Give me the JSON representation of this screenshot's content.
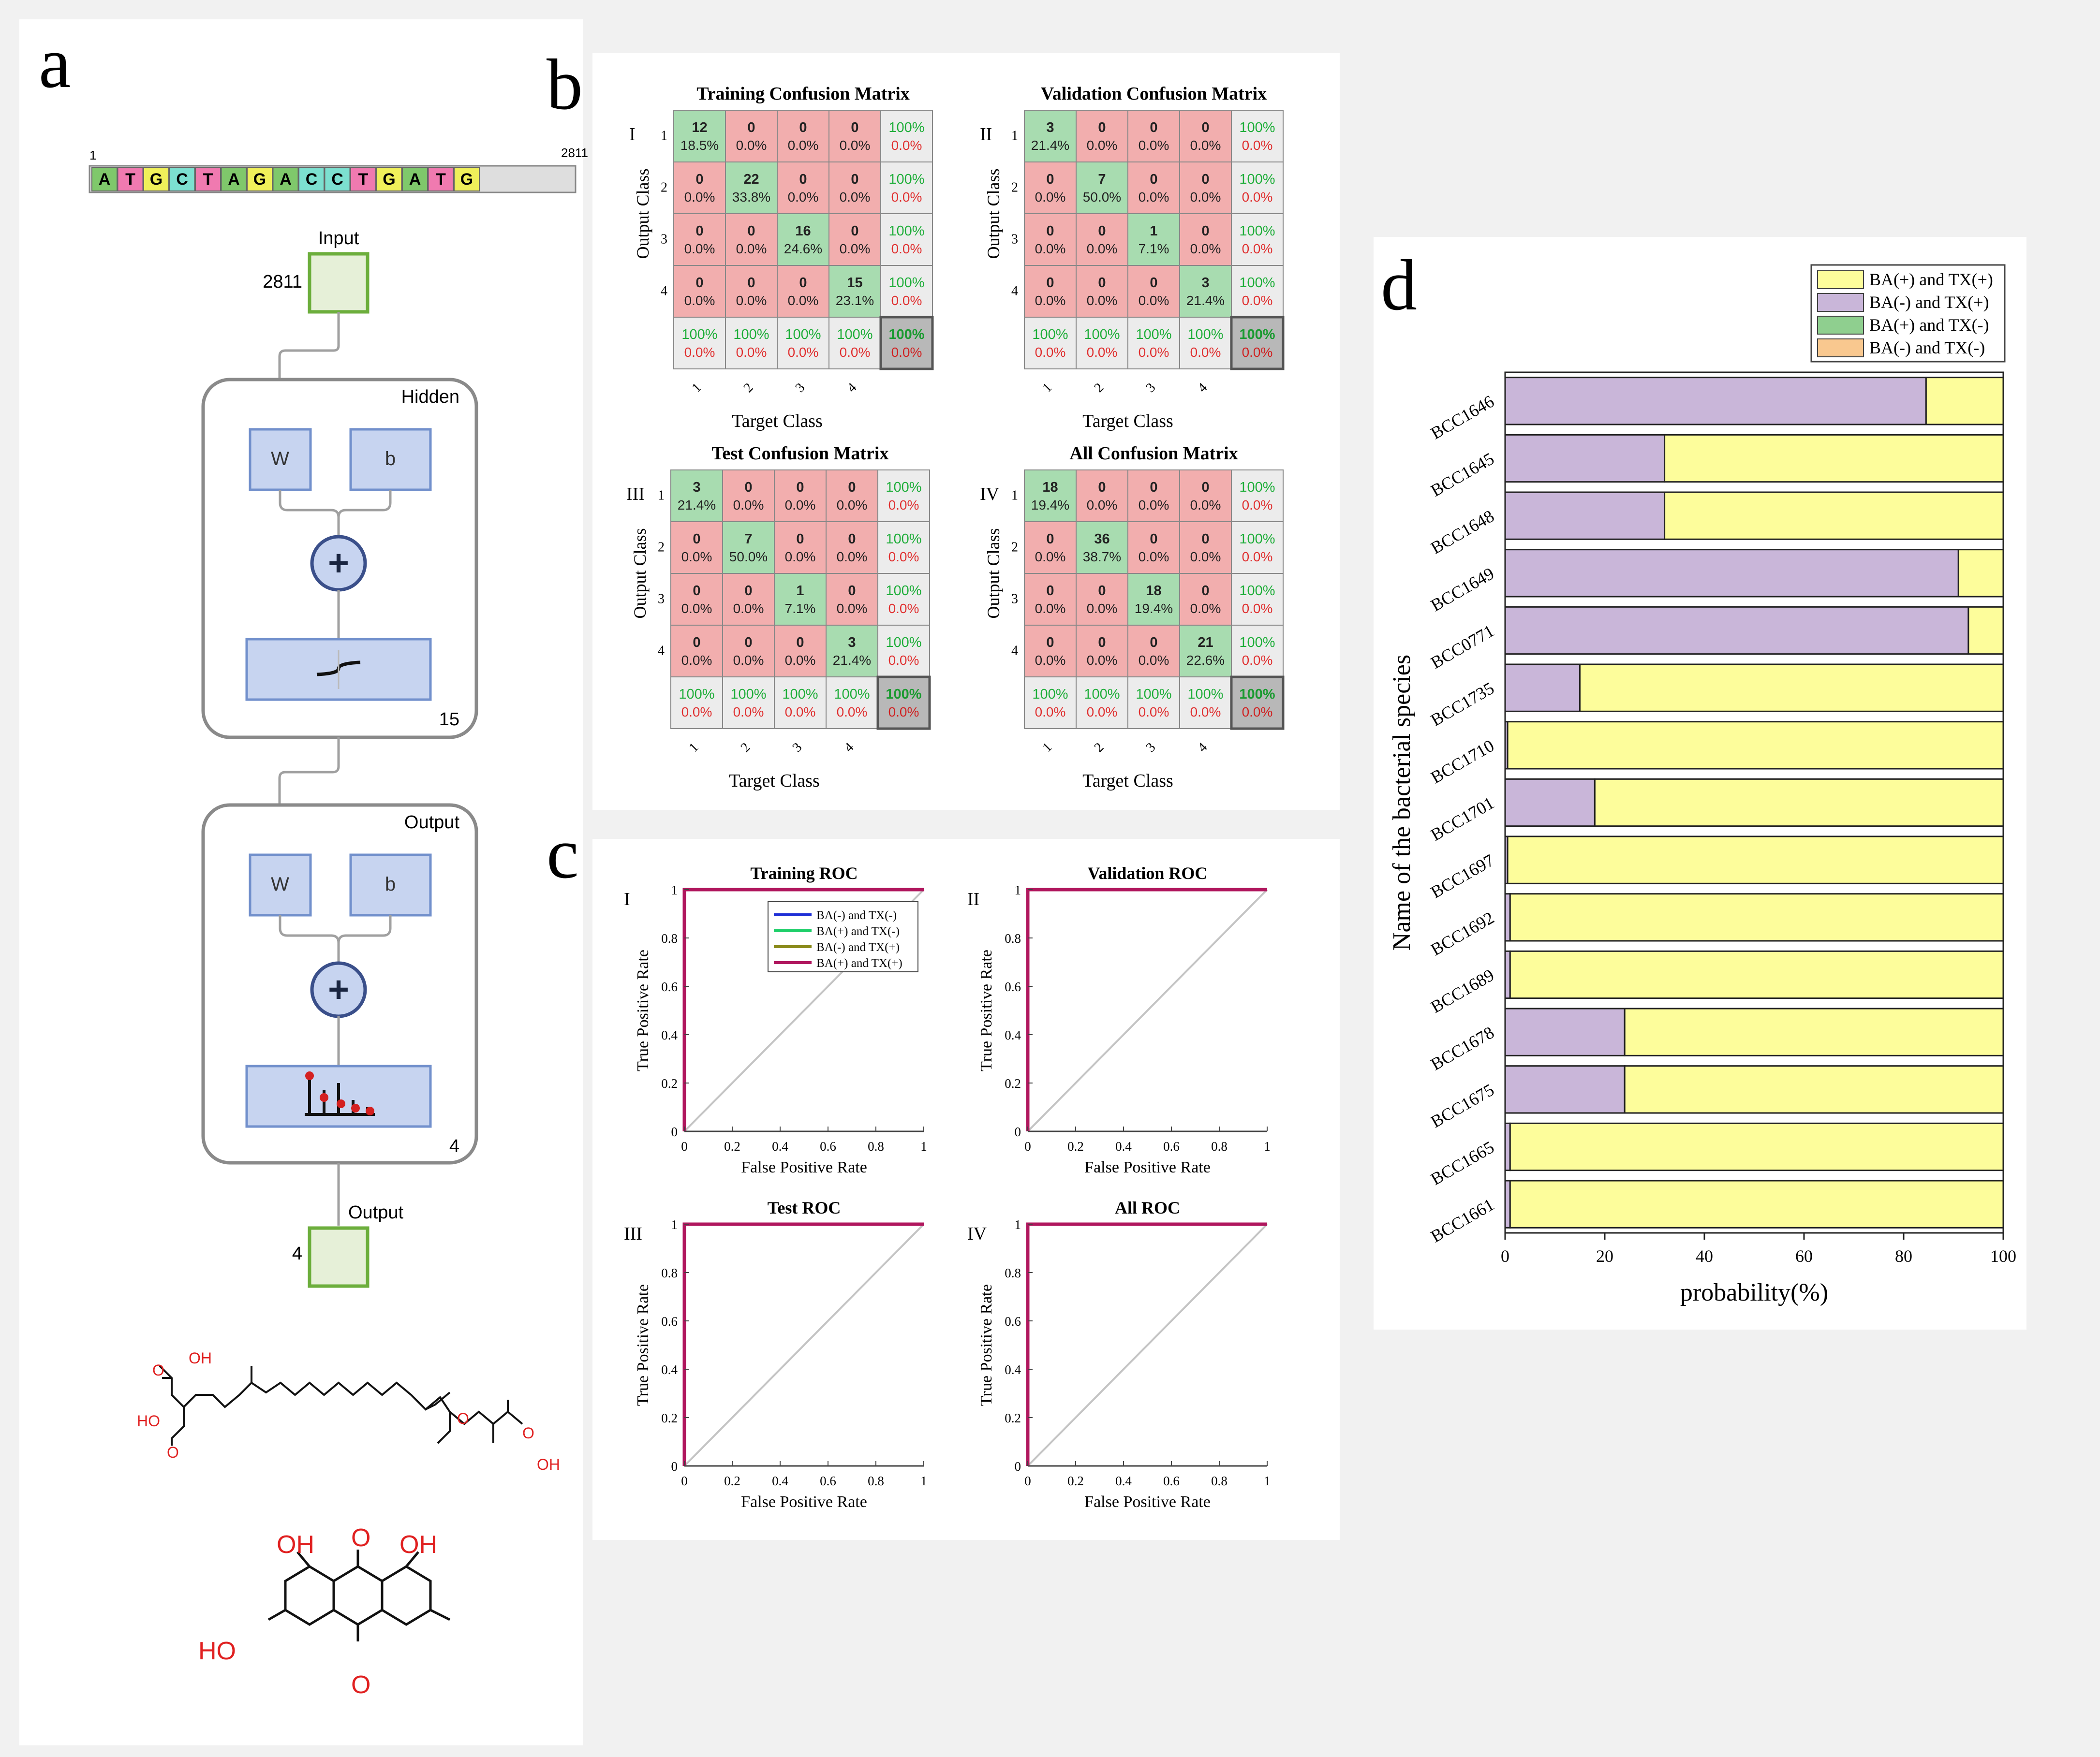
{
  "panel_labels": {
    "a": "a",
    "b": "b",
    "c": "c",
    "d": "d"
  },
  "sub_labels": [
    "I",
    "II",
    "III",
    "IV"
  ],
  "network": {
    "sequence": [
      "A",
      "T",
      "G",
      "C",
      "T",
      "A",
      "G",
      "A",
      "C",
      "C",
      "T",
      "G",
      "A",
      "T",
      "G"
    ],
    "seq_start": "1",
    "seq_end": "2811",
    "input_label": "Input",
    "input_size": "2811",
    "hidden_label": "Hidden",
    "hidden_size": "15",
    "output_label": "Output",
    "output_layer_size": "4",
    "output_node_label": "Output",
    "output_size": "4",
    "w_label": "W",
    "b_label": "b",
    "plus_symbol": "+"
  },
  "molecules": {
    "mol1_labels": [
      "O",
      "OH",
      "HO",
      "O",
      "O",
      "O",
      "OH"
    ],
    "mol2_labels": [
      "OH",
      "O",
      "OH",
      "HO",
      "O"
    ]
  },
  "confusion": {
    "output_axis": "Output Class",
    "target_axis": "Target Class",
    "class_labels": [
      "1",
      "2",
      "3",
      "4"
    ],
    "matrices": [
      {
        "title": "Training Confusion Matrix",
        "counts": [
          [
            12,
            0,
            0,
            0
          ],
          [
            0,
            22,
            0,
            0
          ],
          [
            0,
            0,
            16,
            0
          ],
          [
            0,
            0,
            0,
            15
          ]
        ],
        "percents": [
          [
            "18.5%",
            "0.0%",
            "0.0%",
            "0.0%"
          ],
          [
            "0.0%",
            "33.8%",
            "0.0%",
            "0.0%"
          ],
          [
            "0.0%",
            "0.0%",
            "24.6%",
            "0.0%"
          ],
          [
            "0.0%",
            "0.0%",
            "0.0%",
            "23.1%"
          ]
        ]
      },
      {
        "title": "Validation Confusion Matrix",
        "counts": [
          [
            3,
            0,
            0,
            0
          ],
          [
            0,
            7,
            0,
            0
          ],
          [
            0,
            0,
            1,
            0
          ],
          [
            0,
            0,
            0,
            3
          ]
        ],
        "percents": [
          [
            "21.4%",
            "0.0%",
            "0.0%",
            "0.0%"
          ],
          [
            "0.0%",
            "50.0%",
            "0.0%",
            "0.0%"
          ],
          [
            "0.0%",
            "0.0%",
            "7.1%",
            "0.0%"
          ],
          [
            "0.0%",
            "0.0%",
            "0.0%",
            "21.4%"
          ]
        ]
      },
      {
        "title": "Test Confusion Matrix",
        "counts": [
          [
            3,
            0,
            0,
            0
          ],
          [
            0,
            7,
            0,
            0
          ],
          [
            0,
            0,
            1,
            0
          ],
          [
            0,
            0,
            0,
            3
          ]
        ],
        "percents": [
          [
            "21.4%",
            "0.0%",
            "0.0%",
            "0.0%"
          ],
          [
            "0.0%",
            "50.0%",
            "0.0%",
            "0.0%"
          ],
          [
            "0.0%",
            "0.0%",
            "7.1%",
            "0.0%"
          ],
          [
            "0.0%",
            "0.0%",
            "0.0%",
            "21.4%"
          ]
        ]
      },
      {
        "title": "All Confusion Matrix",
        "counts": [
          [
            18,
            0,
            0,
            0
          ],
          [
            0,
            36,
            0,
            0
          ],
          [
            0,
            0,
            18,
            0
          ],
          [
            0,
            0,
            0,
            21
          ]
        ],
        "percents": [
          [
            "19.4%",
            "0.0%",
            "0.0%",
            "0.0%"
          ],
          [
            "0.0%",
            "38.7%",
            "0.0%",
            "0.0%"
          ],
          [
            "0.0%",
            "0.0%",
            "19.4%",
            "0.0%"
          ],
          [
            "0.0%",
            "0.0%",
            "0.0%",
            "22.6%"
          ]
        ]
      }
    ],
    "summary_good": "100%",
    "summary_bad": "0.0%"
  },
  "roc": {
    "xlabel": "False Positive Rate",
    "ylabel": "True Positive Rate",
    "ticks": [
      "0",
      "0.2",
      "0.4",
      "0.6",
      "0.8",
      "1"
    ],
    "titles": [
      "Training ROC",
      "Validation ROC",
      "Test ROC",
      "All ROC"
    ],
    "legend": [
      {
        "name": "BA(-) and TX(-)",
        "color": "#1f2fd6"
      },
      {
        "name": "BA(+) and TX(-)",
        "color": "#1fcf6a"
      },
      {
        "name": "BA(-) and TX(+)",
        "color": "#8a8a1a"
      },
      {
        "name": "BA(+) and TX(+)",
        "color": "#b0175e"
      }
    ]
  },
  "chart_data": {
    "type": "bar",
    "orientation": "horizontal",
    "stacked": true,
    "xlabel": "probability(%)",
    "ylabel": "Name of the bacterial species",
    "xlim": [
      0,
      100
    ],
    "xticks": [
      "0",
      "20",
      "40",
      "60",
      "80",
      "100"
    ],
    "categories": [
      "BCC1646",
      "BCC1645",
      "BCC1648",
      "BCC1649",
      "BCC0771",
      "BCC1735",
      "BCC1710",
      "BCC1701",
      "BCC1697",
      "BCC1692",
      "BCC1689",
      "BCC1678",
      "BCC1675",
      "BCC1665",
      "BCC1661"
    ],
    "legend_placement": "top-right",
    "series": [
      {
        "name": "BA(+) and TX(+)",
        "color": "#fdfd9b",
        "values": [
          15.5,
          68,
          68,
          9,
          7,
          85,
          99.5,
          82,
          99.5,
          99,
          99,
          76,
          76,
          99,
          99
        ]
      },
      {
        "name": "BA(-) and TX(+)",
        "color": "#c9b6d9",
        "values": [
          84.5,
          32,
          32,
          91,
          93,
          15,
          0.5,
          18,
          0.5,
          1,
          1,
          24,
          24,
          1,
          1
        ]
      },
      {
        "name": "BA(+) and TX(-)",
        "color": "#8fcf8f",
        "values": [
          0,
          0,
          0,
          0,
          0,
          0,
          0,
          0,
          0,
          0,
          0,
          0,
          0,
          0,
          0
        ]
      },
      {
        "name": "BA(-) and TX(-)",
        "color": "#f9c88f",
        "values": [
          0,
          0,
          0,
          0,
          0,
          0,
          0,
          0,
          0,
          0,
          0,
          0,
          0,
          0,
          0
        ]
      }
    ]
  }
}
